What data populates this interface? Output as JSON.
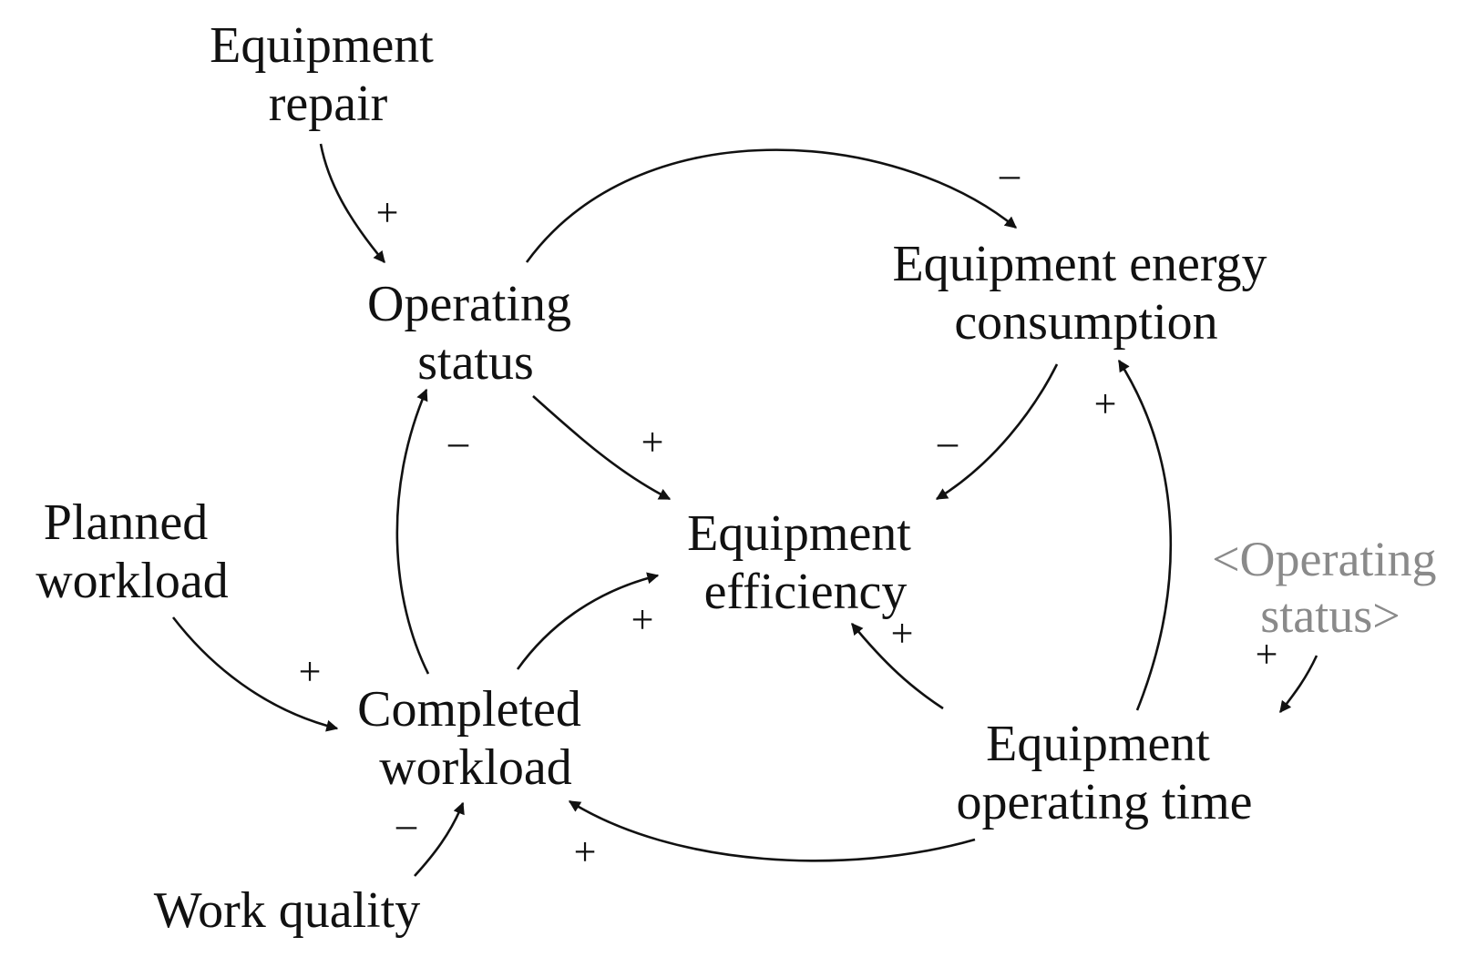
{
  "colors": {
    "text": "#111111",
    "arrow": "#111111",
    "shadow_text": "#8a8a8a"
  },
  "nodes": {
    "equipment_repair": [
      "Equipment",
      "repair"
    ],
    "operating_status": [
      "Operating",
      "status"
    ],
    "equipment_energy_consumption": [
      "Equipment energy",
      "consumption"
    ],
    "equipment_efficiency": [
      "Equipment",
      "efficiency"
    ],
    "planned_workload": [
      "Planned",
      "workload"
    ],
    "completed_workload": [
      "Completed",
      "workload"
    ],
    "equipment_operating_time": [
      "Equipment",
      "operating time"
    ],
    "work_quality": [
      "Work quality"
    ],
    "operating_status_shadow": [
      "<Operating",
      "status>"
    ]
  },
  "links": [
    {
      "from": "Equipment repair",
      "to": "Operating status",
      "polarity": "+"
    },
    {
      "from": "Operating status",
      "to": "Equipment energy consumption",
      "polarity": "–"
    },
    {
      "from": "Operating status",
      "to": "Equipment efficiency",
      "polarity": "+"
    },
    {
      "from": "Equipment energy consumption",
      "to": "Equipment efficiency",
      "polarity": "–"
    },
    {
      "from": "Completed workload",
      "to": "Operating status",
      "polarity": "–"
    },
    {
      "from": "Completed workload",
      "to": "Equipment efficiency",
      "polarity": "+"
    },
    {
      "from": "Planned workload",
      "to": "Completed workload",
      "polarity": "+"
    },
    {
      "from": "Work quality",
      "to": "Completed workload",
      "polarity": "–"
    },
    {
      "from": "Equipment operating time",
      "to": "Completed workload",
      "polarity": "+"
    },
    {
      "from": "Equipment operating time",
      "to": "Equipment efficiency",
      "polarity": "+"
    },
    {
      "from": "Equipment operating time",
      "to": "Equipment energy consumption",
      "polarity": "+"
    },
    {
      "from": "<Operating status>",
      "to": "Equipment operating time",
      "polarity": "+"
    }
  ]
}
